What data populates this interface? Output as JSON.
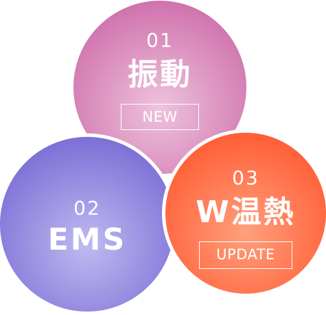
{
  "features": [
    {
      "number": "01",
      "title": "振動",
      "badge": "NEW",
      "color_light": "#eec3dd",
      "color_dark": "#cf72ad"
    },
    {
      "number": "02",
      "title": "EMS",
      "color_light": "#c0baf0",
      "color_dark": "#7c6fd6"
    },
    {
      "number": "03",
      "title": "W温熱",
      "badge": "UPDATE",
      "color_light": "#ff9f7d",
      "color_dark": "#ff5e35"
    }
  ]
}
